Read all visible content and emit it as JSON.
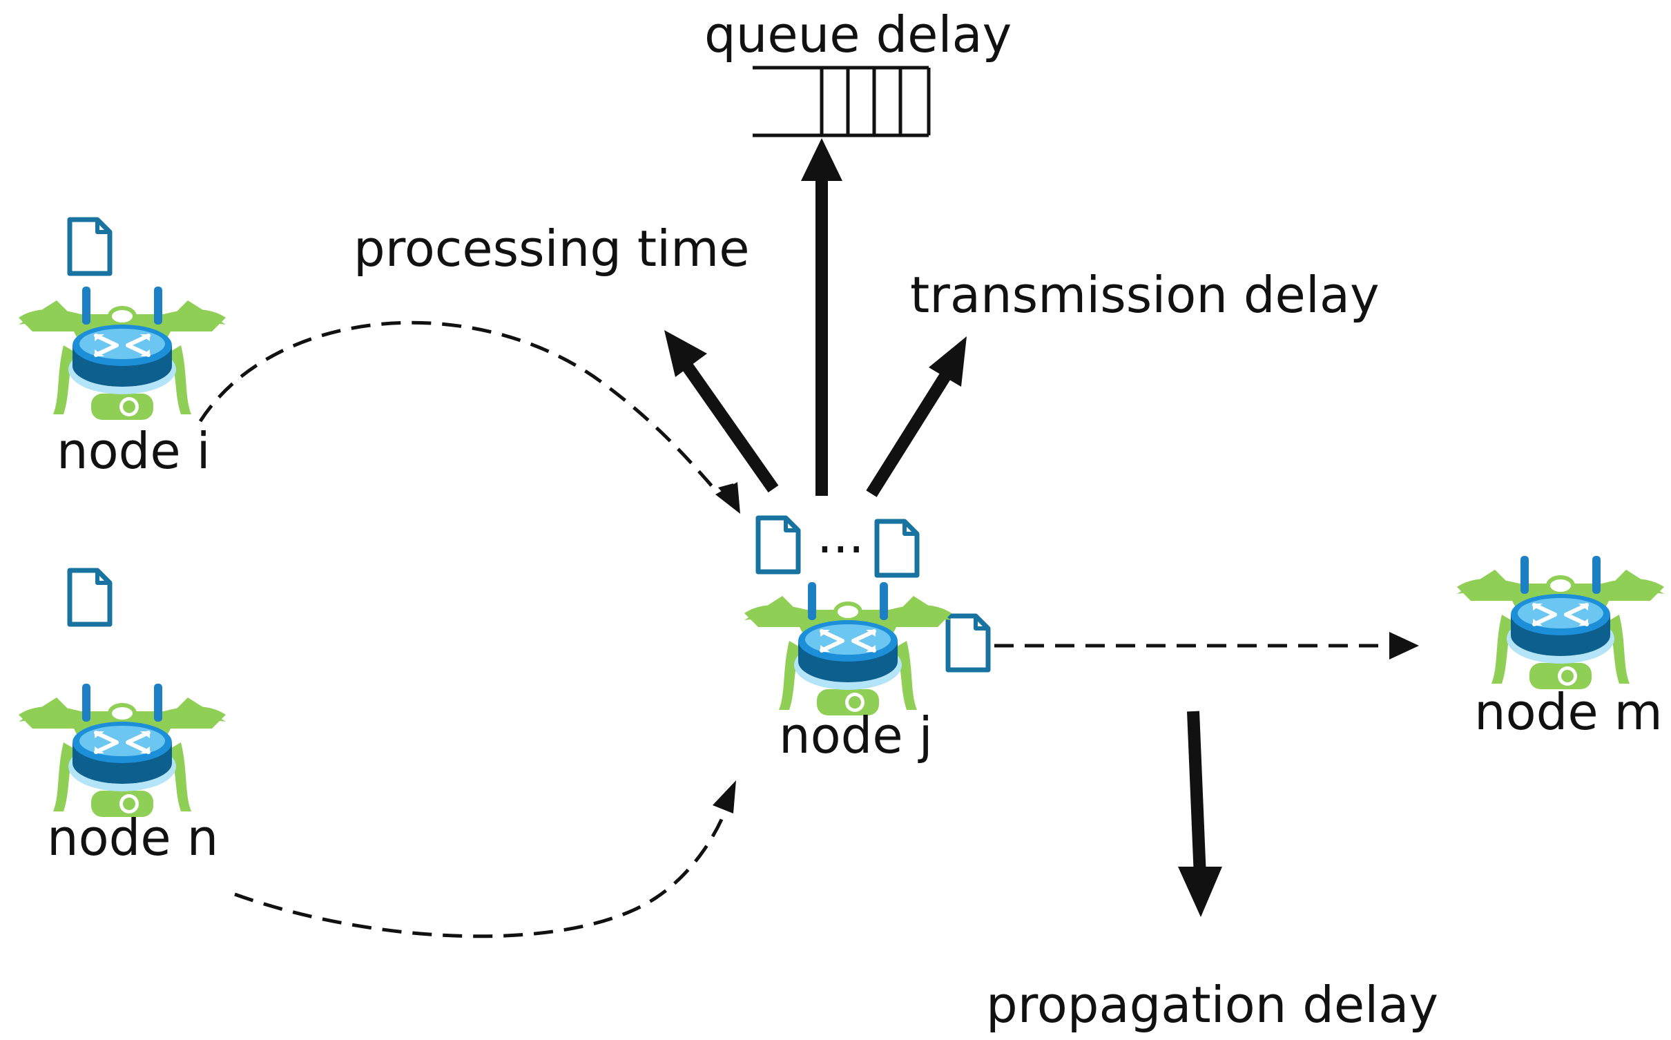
{
  "labels": {
    "queue_delay": "queue delay",
    "processing_time": "processing time",
    "transmission_delay": "transmission delay",
    "propagation_delay": "propagation delay",
    "ellipsis": "...",
    "node_i": "node i",
    "node_n": "node n",
    "node_j": "node j",
    "node_m": "node m"
  },
  "colors": {
    "drone_body": "#8fcf55",
    "router_blue": "#1d8fd9",
    "router_dark": "#0d5f8e",
    "router_light": "#6cc6f2",
    "packet_stroke": "#1873a0",
    "arrow": "#111111"
  },
  "icons": {
    "node": "drone-router-icon",
    "packet": "packet-document-icon",
    "queue": "queue-buffer-icon"
  }
}
